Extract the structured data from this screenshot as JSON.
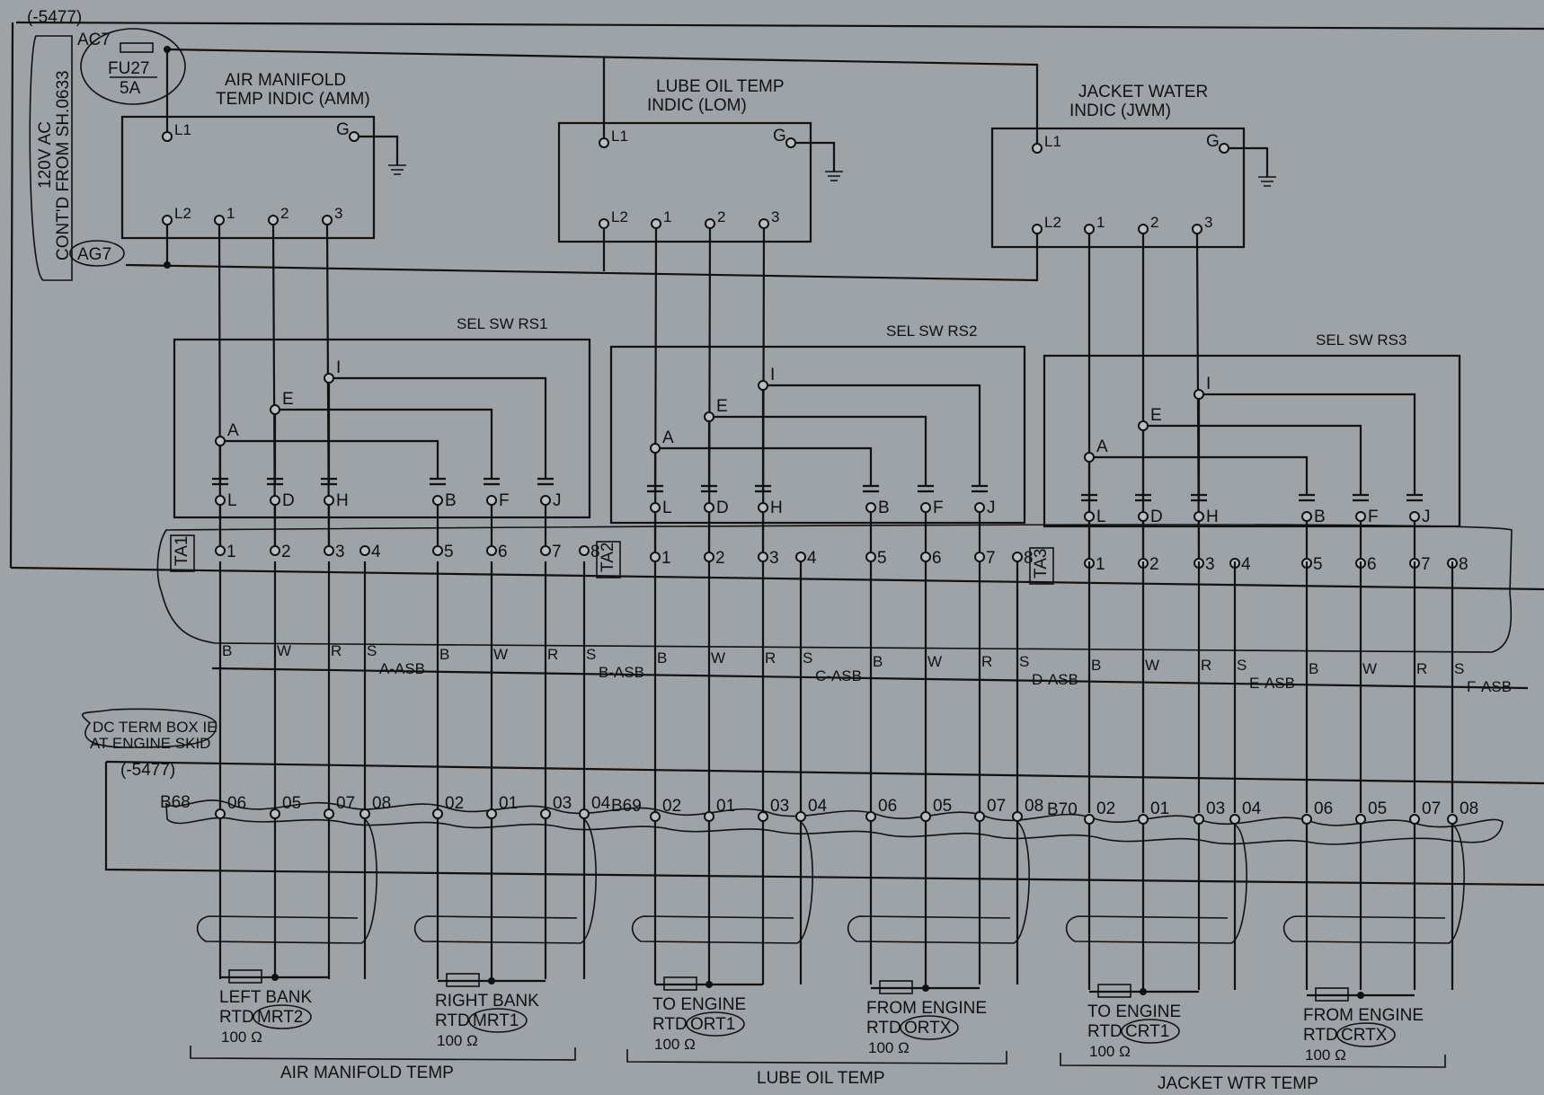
{
  "source": {
    "ref_top": "(-5477)",
    "breaker_tag": "AC7",
    "fuse_tag": "FU27",
    "fuse_rating": "5A",
    "supply_line1": "120V AC",
    "supply_line2": "CONT'D FROM SH.0633",
    "return_tag": "AG7"
  },
  "indicators": [
    {
      "title1": "AIR MANIFOLD",
      "title2": "TEMP INDIC (AMM)",
      "t_l1": "L1",
      "t_g": "G",
      "t_l2": "L2",
      "t1": "1",
      "t2": "2",
      "t3": "3"
    },
    {
      "title1": "LUBE OIL TEMP",
      "title2": "INDIC (LOM)",
      "t_l1": "L1",
      "t_g": "G",
      "t_l2": "L2",
      "t1": "1",
      "t2": "2",
      "t3": "3"
    },
    {
      "title1": "JACKET WATER",
      "title2": "INDIC (JWM)",
      "t_l1": "L1",
      "t_g": "G",
      "t_l2": "L2",
      "t1": "1",
      "t2": "2",
      "t3": "3"
    }
  ],
  "switches": [
    {
      "label": "SEL SW RS1",
      "poles": [
        "A",
        "E",
        "I"
      ],
      "contacts": [
        "L",
        "D",
        "H",
        "B",
        "F",
        "J"
      ]
    },
    {
      "label": "SEL SW RS2",
      "poles": [
        "A",
        "E",
        "I"
      ],
      "contacts": [
        "L",
        "D",
        "H",
        "B",
        "F",
        "J"
      ]
    },
    {
      "label": "SEL SW RS3",
      "poles": [
        "A",
        "E",
        "I"
      ],
      "contacts": [
        "L",
        "D",
        "H",
        "B",
        "F",
        "J"
      ]
    }
  ],
  "terminal_blocks": [
    {
      "label": "TA1",
      "terms": [
        "1",
        "2",
        "3",
        "4",
        "5",
        "6",
        "7",
        "8"
      ]
    },
    {
      "label": "TA2",
      "terms": [
        "1",
        "2",
        "3",
        "4",
        "5",
        "6",
        "7",
        "8"
      ]
    },
    {
      "label": "TA3",
      "terms": [
        "1",
        "2",
        "3",
        "4",
        "5",
        "6",
        "7",
        "8"
      ]
    }
  ],
  "cables": [
    {
      "conductors": [
        "B",
        "W",
        "R",
        "S"
      ],
      "name": "A-ASB"
    },
    {
      "conductors": [
        "B",
        "W",
        "R",
        "S"
      ],
      "name": "B-ASB"
    },
    {
      "conductors": [
        "B",
        "W",
        "R",
        "S"
      ],
      "name": "C-ASB"
    },
    {
      "conductors": [
        "B",
        "W",
        "R",
        "S"
      ],
      "name": "D-ASB"
    },
    {
      "conductors": [
        "B",
        "W",
        "R",
        "S"
      ],
      "name": "E-ASB"
    },
    {
      "conductors": [
        "B",
        "W",
        "R",
        "S"
      ],
      "name": "F-ASB"
    }
  ],
  "dc_box": {
    "note1": "DC TERM BOX IE",
    "note2": "AT ENGINE SKID",
    "ref": "(-5477)",
    "groups": [
      {
        "block": "B68",
        "terms": [
          "06",
          "05",
          "07",
          "08",
          "02",
          "01",
          "03",
          "04"
        ]
      },
      {
        "block": "B69",
        "terms": [
          "02",
          "01",
          "03",
          "04",
          "06",
          "05",
          "07",
          "08"
        ]
      },
      {
        "block": "B70",
        "terms": [
          "02",
          "01",
          "03",
          "04",
          "06",
          "05",
          "07",
          "08"
        ]
      }
    ]
  },
  "rtds": [
    {
      "line1": "LEFT BANK",
      "line2": "RTD",
      "tag": "MRT2",
      "ohms": "100 Ω"
    },
    {
      "line1": "RIGHT BANK",
      "line2": "RTD",
      "tag": "MRT1",
      "ohms": "100 Ω"
    },
    {
      "line1": "TO ENGINE",
      "line2": "RTD",
      "tag": "ORT1",
      "ohms": "100 Ω"
    },
    {
      "line1": "FROM ENGINE",
      "line2": "RTD",
      "tag": "ORTX",
      "ohms": "100 Ω"
    },
    {
      "line1": "TO ENGINE",
      "line2": "RTD",
      "tag": "CRT1",
      "ohms": "100 Ω"
    },
    {
      "line1": "FROM ENGINE",
      "line2": "RTD",
      "tag": "CRTX",
      "ohms": "100 Ω"
    }
  ],
  "sections": [
    "AIR MANIFOLD TEMP",
    "LUBE OIL TEMP",
    "JACKET WTR TEMP"
  ]
}
